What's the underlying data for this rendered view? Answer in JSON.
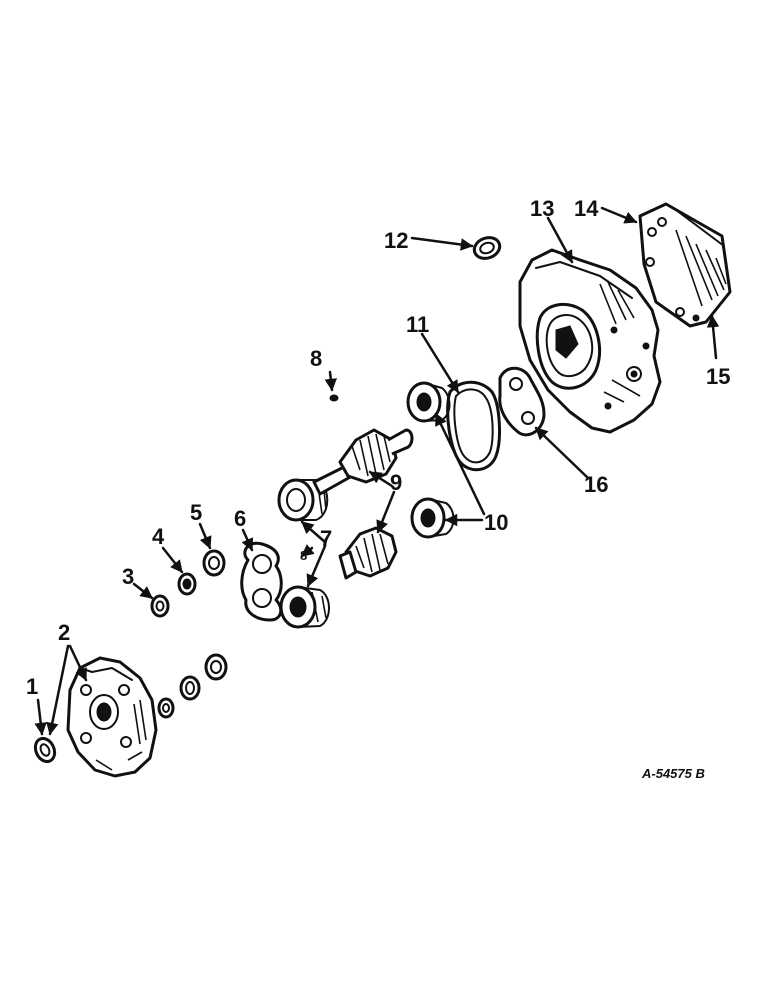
{
  "figure": {
    "drawing_code": "A-54575 B",
    "callouts": [
      {
        "id": "1",
        "label": "1"
      },
      {
        "id": "2",
        "label": "2"
      },
      {
        "id": "3",
        "label": "3"
      },
      {
        "id": "4",
        "label": "4"
      },
      {
        "id": "5",
        "label": "5"
      },
      {
        "id": "6",
        "label": "6"
      },
      {
        "id": "7",
        "label": "7"
      },
      {
        "id": "7-sub",
        "label": "8"
      },
      {
        "id": "8",
        "label": "8"
      },
      {
        "id": "9",
        "label": "9"
      },
      {
        "id": "10",
        "label": "10"
      },
      {
        "id": "11",
        "label": "11"
      },
      {
        "id": "12",
        "label": "12"
      },
      {
        "id": "13",
        "label": "13"
      },
      {
        "id": "14",
        "label": "14"
      },
      {
        "id": "15",
        "label": "15"
      },
      {
        "id": "16",
        "label": "16"
      }
    ]
  }
}
